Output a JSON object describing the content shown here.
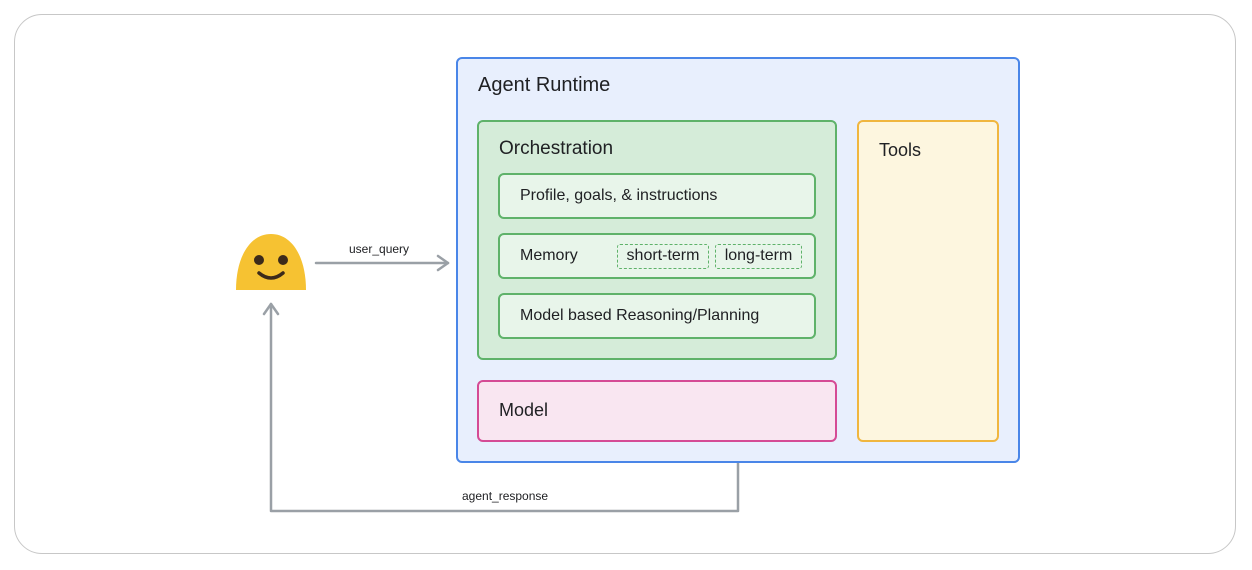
{
  "runtime": {
    "title": "Agent Runtime"
  },
  "orchestration": {
    "title": "Orchestration",
    "items": [
      {
        "label": "Profile, goals, & instructions"
      },
      {
        "label": "Memory",
        "chips": [
          "short-term",
          "long-term"
        ]
      },
      {
        "label": "Model based Reasoning/Planning"
      }
    ]
  },
  "model": {
    "title": "Model"
  },
  "tools": {
    "title": "Tools"
  },
  "edges": {
    "user_query": "user_query",
    "agent_response": "agent_response"
  },
  "icons": {
    "user": "smiley-face-icon"
  },
  "colors": {
    "runtime": "#4a86e8",
    "orchestration": "#5fb26a",
    "model": "#d54b95",
    "tools": "#f0b63f",
    "user": "#f6c232",
    "arrow": "#9aa0a6"
  }
}
